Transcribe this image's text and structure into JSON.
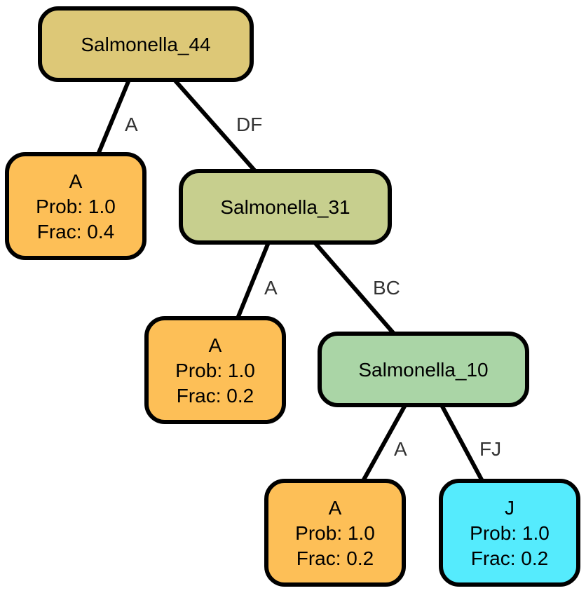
{
  "tree": {
    "nodes": [
      {
        "id": "salmonella-44",
        "lines": [
          "Salmonella_44"
        ],
        "color": "#DDC877"
      },
      {
        "id": "leaf-a-1",
        "lines": [
          "A",
          "Prob: 1.0",
          "Frac: 0.4"
        ],
        "color": "#FDBF57"
      },
      {
        "id": "salmonella-31",
        "lines": [
          "Salmonella_31"
        ],
        "color": "#C7CF8E"
      },
      {
        "id": "leaf-a-2",
        "lines": [
          "A",
          "Prob: 1.0",
          "Frac: 0.2"
        ],
        "color": "#FDBF57"
      },
      {
        "id": "salmonella-10",
        "lines": [
          "Salmonella_10"
        ],
        "color": "#AAD5A6"
      },
      {
        "id": "leaf-a-3",
        "lines": [
          "A",
          "Prob: 1.0",
          "Frac: 0.2"
        ],
        "color": "#FDBF57"
      },
      {
        "id": "leaf-j",
        "lines": [
          "J",
          "Prob: 1.0",
          "Frac: 0.2"
        ],
        "color": "#55EBFD"
      }
    ],
    "edges": [
      {
        "from": "salmonella-44",
        "to": "leaf-a-1",
        "label": "A"
      },
      {
        "from": "salmonella-44",
        "to": "salmonella-31",
        "label": "DF"
      },
      {
        "from": "salmonella-31",
        "to": "leaf-a-2",
        "label": "A"
      },
      {
        "from": "salmonella-31",
        "to": "salmonella-10",
        "label": "BC"
      },
      {
        "from": "salmonella-10",
        "to": "leaf-a-3",
        "label": "A"
      },
      {
        "from": "salmonella-10",
        "to": "leaf-j",
        "label": "FJ"
      }
    ]
  }
}
